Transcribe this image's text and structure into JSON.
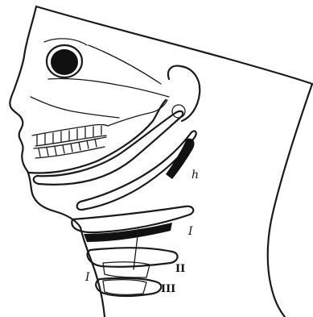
{
  "labels": {
    "h": "h",
    "arch_1": "I",
    "arch_2": "II",
    "arch_3": "III",
    "cleft_1": "I"
  }
}
